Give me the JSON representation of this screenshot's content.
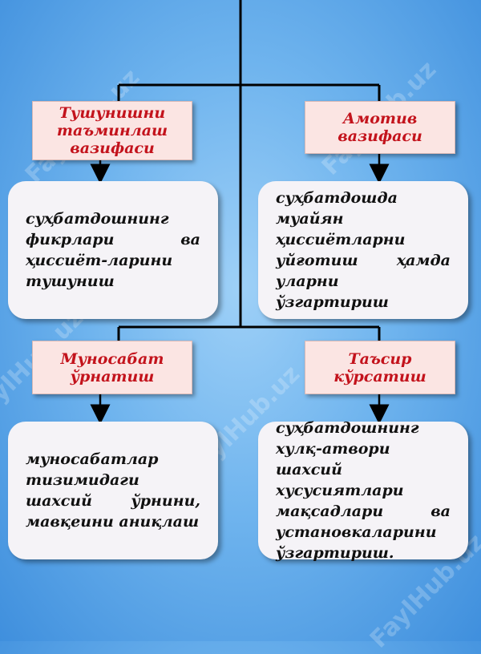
{
  "watermark": "FaylHub.uz",
  "branches": [
    {
      "label": "Тушунишни\nтаъминлаш\nвазифаси",
      "text": "суҳбатдошнинг фикрлари ва ҳиссиёт-ларини тушуниш"
    },
    {
      "label": "Амотив\nвазифаси",
      "text": "суҳбатдошда муайян ҳиссиётларни уйғотиш ҳамда уларни ўзгартириш"
    },
    {
      "label": "Муносабат\nўрнатиш",
      "text": "муносабатлар тизимидаги шахсий ўрнини, мавқеини аниқлаш"
    },
    {
      "label": "Таъсир\nкўрсатиш",
      "text": "суҳбатдошнинг хулқ-атвори шахсий хусусиятлари мақсадлари ва установкаларини ўзгартириш."
    }
  ],
  "colors": {
    "label_text": "#c3131c",
    "label_bg": "#fbe5e3",
    "card_bg": "#f5f3f7",
    "background": "#6fb4ee"
  }
}
